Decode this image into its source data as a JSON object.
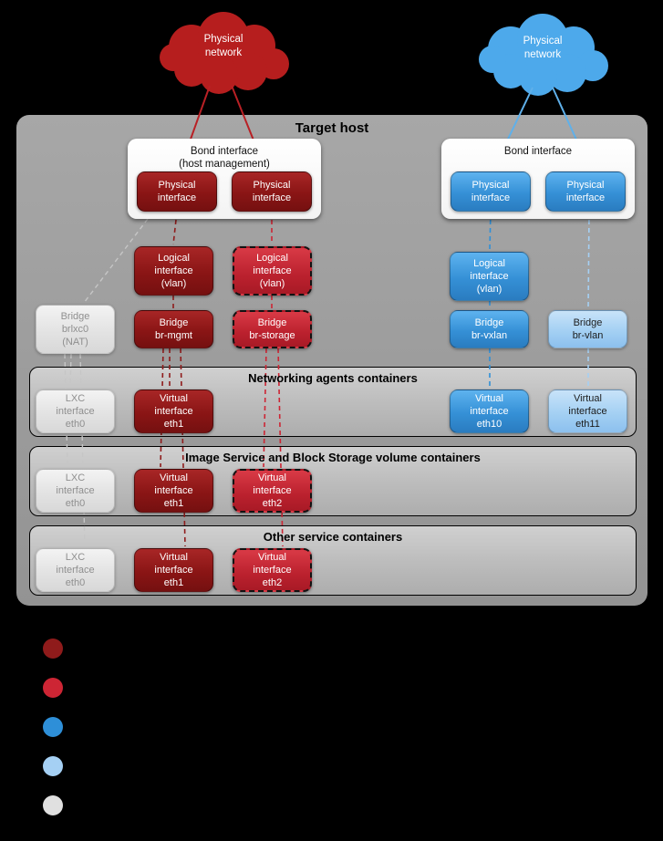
{
  "palette": {
    "dark_red": "#8f1b1b",
    "red": "#cd2534",
    "blue": "#2e8fd8",
    "light_blue": "#a5d0f4",
    "gray": "#e0e0e0",
    "host_background": "#9c9c9c",
    "page_background": "#000000"
  },
  "clouds": {
    "left": {
      "label": "Physical\nnetwork",
      "color": "#b61e1e"
    },
    "right": {
      "label": "Physical\nnetwork",
      "color": "#4da9eb"
    }
  },
  "host": {
    "title": "Target host",
    "bond_left": {
      "title": "Bond interface",
      "subtitle": "(host management)",
      "iface1": "Physical\ninterface",
      "iface2": "Physical\ninterface"
    },
    "bond_right": {
      "title": "Bond interface",
      "iface1": "Physical\ninterface",
      "iface2": "Physical\ninterface"
    },
    "logical": {
      "mgmt": "Logical\ninterface\n(vlan)",
      "storage": "Logical\ninterface\n(vlan)",
      "overlay": "Logical\ninterface\n(vlan)"
    },
    "bridges": {
      "lxc": "Bridge\nbrlxc0\n(NAT)",
      "mgmt": "Bridge\nbr-mgmt",
      "storage": "Bridge\nbr-storage",
      "vxlan": "Bridge\nbr-vxlan",
      "vlan": "Bridge\nbr-vlan"
    },
    "sections": [
      {
        "title": "Networking agents containers",
        "lxc": "LXC\ninterface\neth0",
        "eth1": "Virtual\ninterface\neth1",
        "eth10": "Virtual\ninterface\neth10",
        "eth11": "Virtual\ninterface\neth11"
      },
      {
        "title": "Image Service and Block Storage volume containers",
        "lxc": "LXC\ninterface\neth0",
        "eth1": "Virtual\ninterface\neth1",
        "eth2": "Virtual\ninterface\neth2"
      },
      {
        "title": "Other service containers",
        "lxc": "LXC\ninterface\neth0",
        "eth1": "Virtual\ninterface\neth1",
        "eth2": "Virtual\ninterface\neth2"
      }
    ]
  },
  "legend": {
    "swatches": [
      "#8f1b1b",
      "#cd2534",
      "#2e8fd8",
      "#a5d0f4",
      "#e0e0e0"
    ]
  }
}
